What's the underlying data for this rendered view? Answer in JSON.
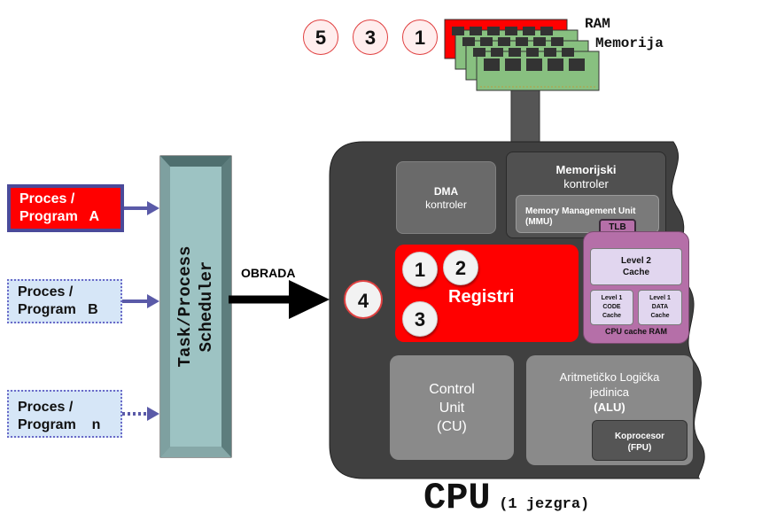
{
  "programs": {
    "a": {
      "line1": "Proces /",
      "line2": "Program   A"
    },
    "b": {
      "line1": "Proces /",
      "line2": "Program   B"
    },
    "n": {
      "line1": "Proces /",
      "line2": "Program    n"
    }
  },
  "scheduler": {
    "line1": "Task/Process",
    "line2": "Scheduler"
  },
  "obrada": "OBRADA",
  "ram": {
    "title": "RAM",
    "subtitle": "Memorija",
    "circles": [
      "5",
      "3",
      "1"
    ]
  },
  "dma": {
    "title": "DMA",
    "subtitle": "kontroler"
  },
  "mem_ctrl": {
    "title": "Memorijski",
    "subtitle": "kontroler",
    "mmu": "Memory Management Unit",
    "mmu_abbr": "(MMU)",
    "tlb": "TLB"
  },
  "registers": {
    "label": "Registri",
    "circles": [
      "1",
      "2",
      "3"
    ]
  },
  "outer_circle": "4",
  "cache": {
    "l2_line1": "Level 2",
    "l2_line2": "Cache",
    "l1_code": [
      "Level 1",
      "CODE",
      "Cache"
    ],
    "l1_data": [
      "Level 1",
      "DATA",
      "Cache"
    ],
    "caption": "CPU cache RAM"
  },
  "cu": {
    "line1": "Control",
    "line2": "Unit",
    "line3": "(CU)"
  },
  "alu": {
    "line1": "Aritmetičko Logička",
    "line2": "jedinica",
    "line3": "(ALU)"
  },
  "fpu": {
    "line1": "Koprocesor",
    "line2": "(FPU)"
  },
  "cpu": {
    "title": "CPU",
    "subtitle": "(1 jezgra)"
  },
  "colors": {
    "cpu_body": "#404040",
    "accent_red": "#ff0000",
    "cache_purple": "#b56fa8",
    "scheduler_teal": "#9dc3c3",
    "ram_green": "#88c080"
  }
}
